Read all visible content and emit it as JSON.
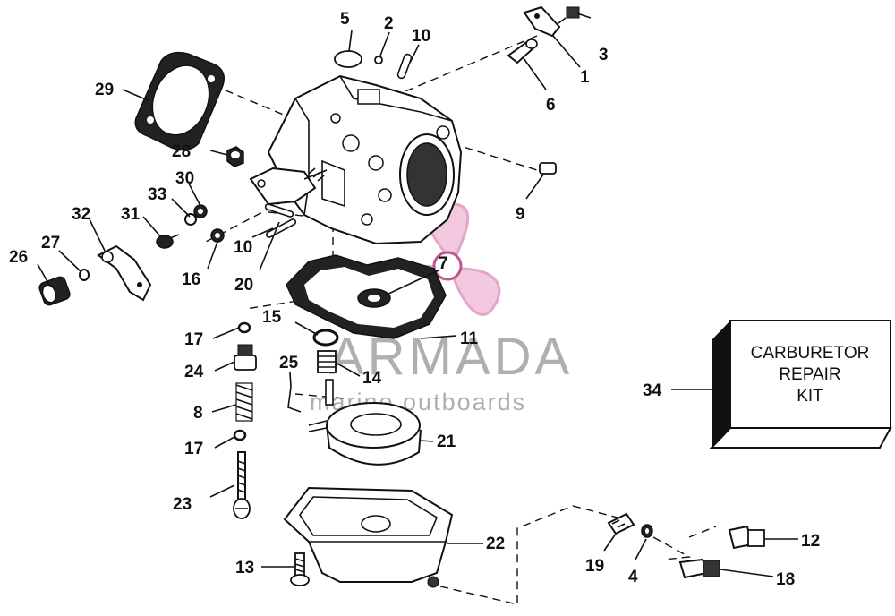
{
  "kit": {
    "line1": "CARBURETOR",
    "line2": "REPAIR",
    "line3": "KIT"
  },
  "watermark": {
    "brand": "ARMADA",
    "tagline": "marine outboards",
    "color": "#e8a0c8"
  },
  "callouts": {
    "c1": "1",
    "c2": "2",
    "c3": "3",
    "c4": "4",
    "c5": "5",
    "c6": "6",
    "c7": "7",
    "c8": "8",
    "c9": "9",
    "c10a": "10",
    "c10b": "10",
    "c11": "11",
    "c12": "12",
    "c13": "13",
    "c14": "14",
    "c15": "15",
    "c16": "16",
    "c17a": "17",
    "c17b": "17",
    "c18": "18",
    "c19": "19",
    "c20": "20",
    "c21": "21",
    "c22": "22",
    "c23": "23",
    "c24": "24",
    "c25": "25",
    "c26": "26",
    "c27": "27",
    "c28": "28",
    "c29": "29",
    "c30": "30",
    "c31": "31",
    "c32": "32",
    "c33": "33",
    "c34": "34"
  }
}
